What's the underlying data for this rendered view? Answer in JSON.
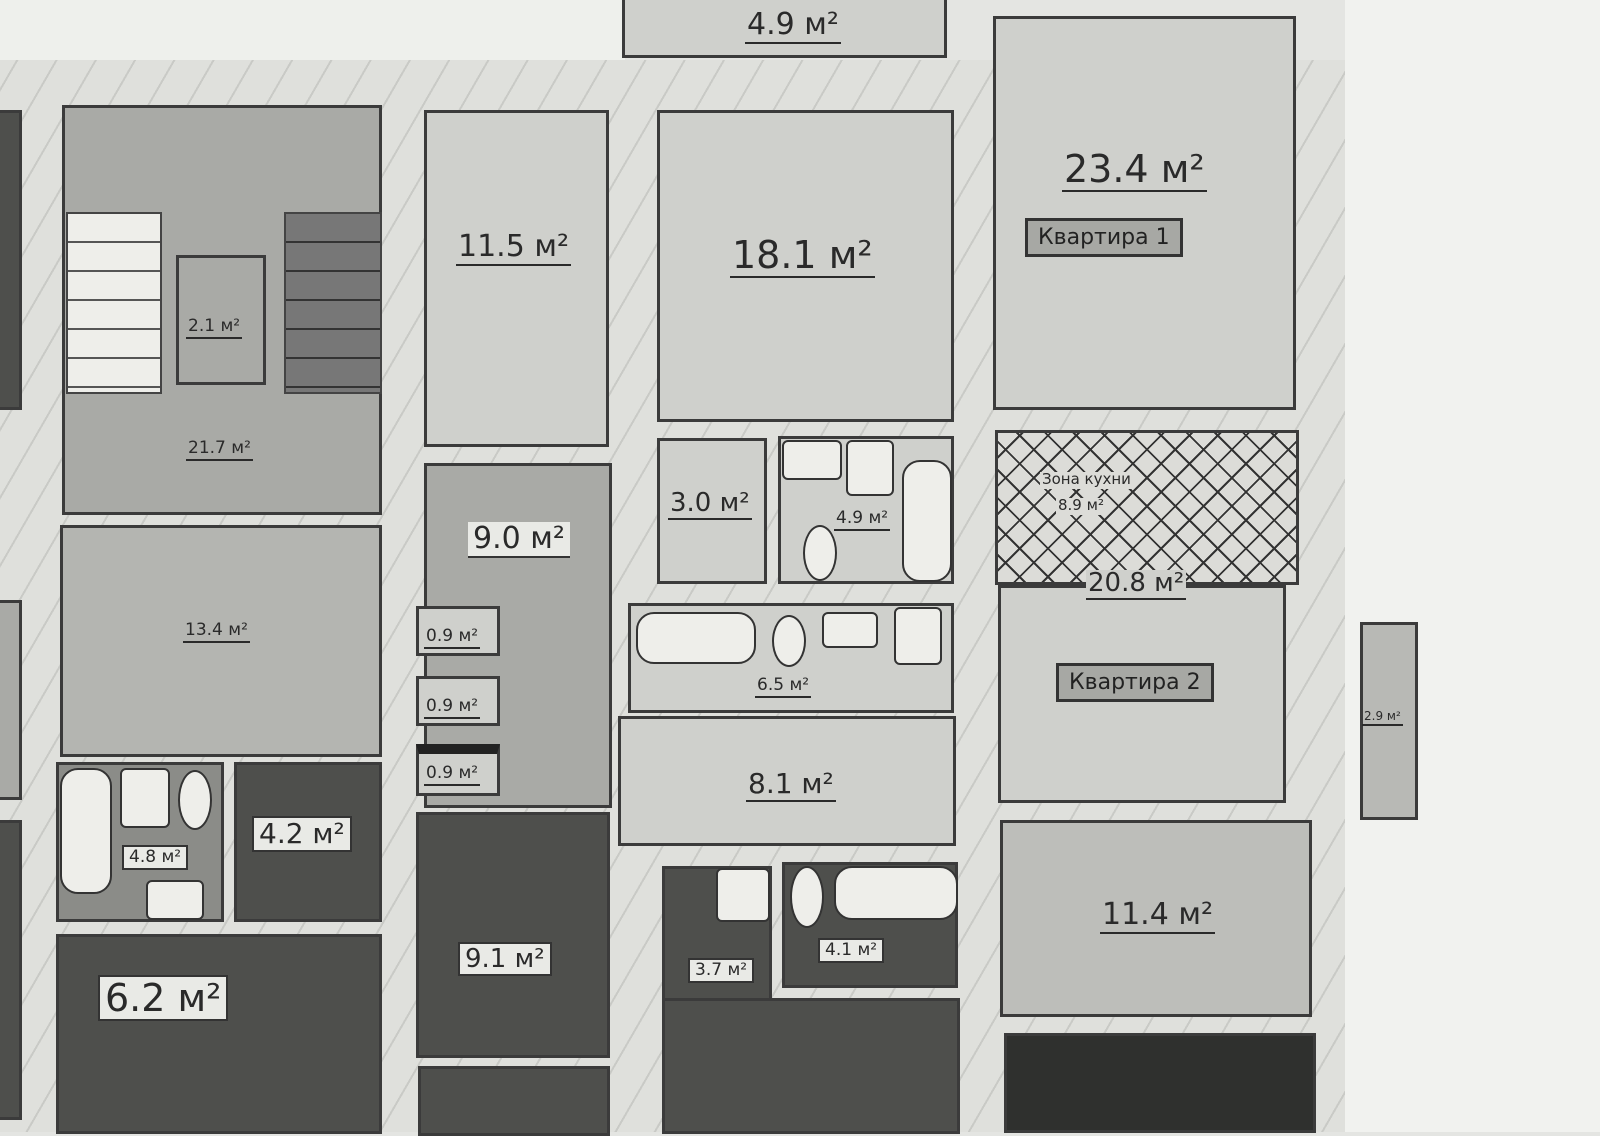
{
  "plan": {
    "units": "м²",
    "apartments": [
      {
        "label": "Квартира 1"
      },
      {
        "label": "Квартира 2"
      }
    ],
    "rooms": {
      "top_room": "4.9 м²",
      "elevator": "2.1 м²",
      "stair_hall": "21.7 м²",
      "lobby": "13.4 м²",
      "room_11_5": "11.5 м²",
      "room_18_1": "18.1 м²",
      "room_23_4": "23.4 м²",
      "corridor_9_0": "9.0 м²",
      "room_3_0": "3.0 м²",
      "bath_4_9": "4.9 м²",
      "bath_6_5": "6.5 м²",
      "closet_a": "0.9 м²",
      "closet_b": "0.9 м²",
      "closet_c": "0.9 м²",
      "hall_8_1": "8.1 м²",
      "kitchen_zone_title": "Зона кухни",
      "kitchen_zone_area": "8.9 м²",
      "room_20_8": "20.8 м²",
      "room_11_4": "11.4 м²",
      "side_room": "2.9 м²",
      "room_4_2": "4.2 м²",
      "bath_4_8": "4.8 м²",
      "room_6_2": "6.2 м²",
      "room_9_1": "9.1 м²",
      "bath_3_7": "3.7 м²",
      "bath_4_1": "4.1 м²"
    }
  }
}
